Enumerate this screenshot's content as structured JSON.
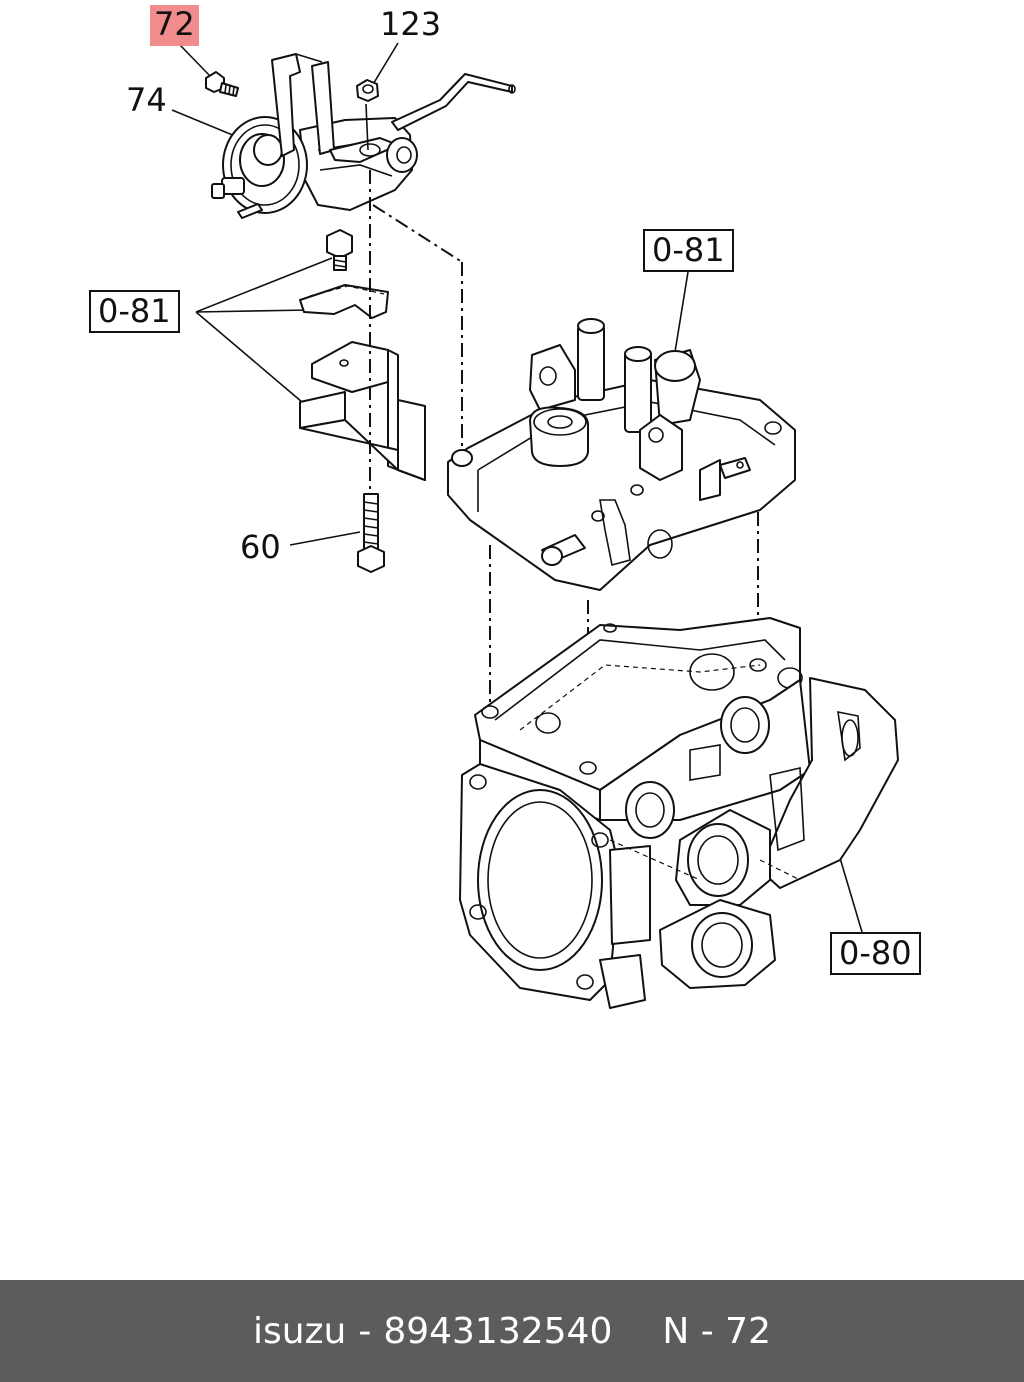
{
  "callouts": {
    "c72": "72",
    "c123": "123",
    "c74": "74",
    "c081_right": "0-81",
    "c081_left": "0-81",
    "c60": "60",
    "c080": "0-80"
  },
  "footer": {
    "brand": "isuzu",
    "separator": "-",
    "part_number": "8943132540",
    "position_label": "N - 72"
  },
  "colors": {
    "highlight": "#f08c8c",
    "footer_bg": "#5c5c5c",
    "footer_text": "#ffffff",
    "line": "#111111"
  }
}
